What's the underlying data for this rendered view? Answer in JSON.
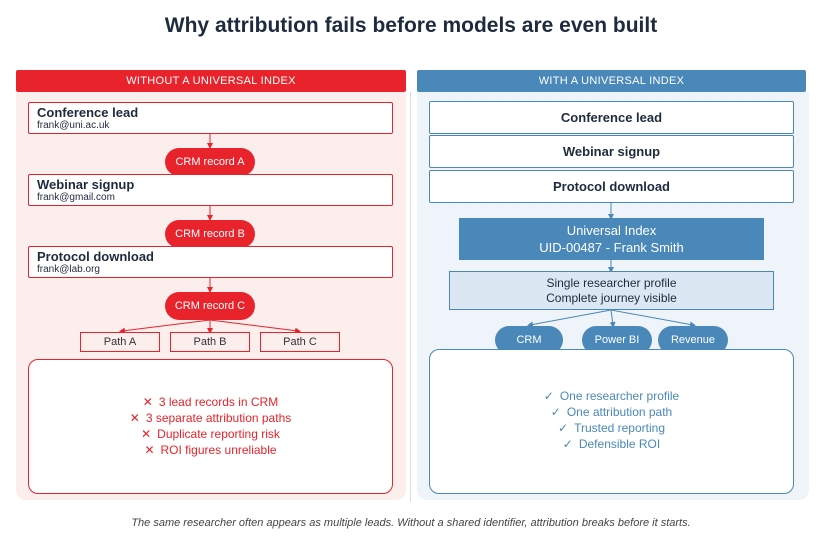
{
  "title": "Why attribution fails before models are even built",
  "left": {
    "header": "WITHOUT A UNIVERSAL INDEX",
    "cards": [
      {
        "title": "Conference lead",
        "email": "frank@uni.ac.uk"
      },
      {
        "title": "Webinar signup",
        "email": "frank@gmail.com"
      },
      {
        "title": "Protocol download",
        "email": "frank@lab.org"
      }
    ],
    "crm_records": [
      "CRM record A",
      "CRM record B",
      "CRM record C"
    ],
    "paths": [
      "Path A",
      "Path B",
      "Path C"
    ],
    "results": [
      "3 lead records in CRM",
      "3 separate attribution paths",
      "Duplicate reporting risk",
      "ROI figures unreliable"
    ],
    "result_mark": "✕"
  },
  "right": {
    "header": "WITH A UNIVERSAL INDEX",
    "cards": [
      "Conference lead",
      "Webinar signup",
      "Protocol download"
    ],
    "universal_index": {
      "title": "Universal Index",
      "id": "UID-00487 - Frank Smith"
    },
    "profile": {
      "line1": "Single researcher profile",
      "line2": "Complete journey visible"
    },
    "destinations": [
      "CRM",
      "Power BI",
      "Revenue"
    ],
    "results": [
      "One researcher profile",
      "One attribution path",
      "Trusted reporting",
      "Defensible ROI"
    ],
    "result_mark": "✓"
  },
  "caption": "The same researcher often appears as multiple leads. Without a shared identifier, attribution breaks before it starts.",
  "colors": {
    "red": "#e8232b",
    "blue": "#4a88b9",
    "dark": "#1e2a3e"
  }
}
